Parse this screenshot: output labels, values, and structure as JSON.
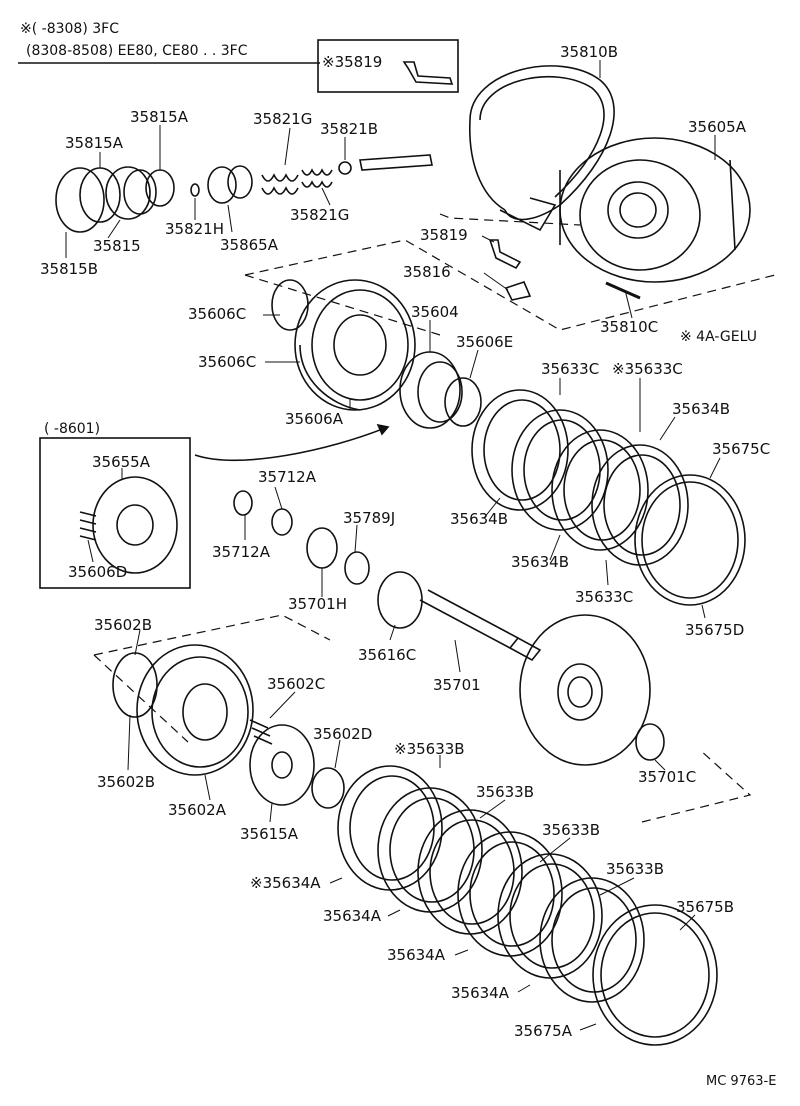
{
  "header": {
    "line1": "※(      -8308) 3FC",
    "line2": "(8308-8508) EE80, CE80 . . 3FC",
    "box_label": "※35819"
  },
  "notes": {
    "engine": "※ 4A-GELU",
    "inset": "(      -8601)"
  },
  "labels": {
    "p35810B": "35810B",
    "p35605A": "35605A",
    "p35815A_top": "35815A",
    "p35815A": "35815A",
    "p35821G_top": "35821G",
    "p35821B": "35821B",
    "p35821H": "35821H",
    "p35821G": "35821G",
    "p35815": "35815",
    "p35865A": "35865A",
    "p35815B": "35815B",
    "p35819": "35819",
    "p35816": "35816",
    "p35810C": "35810C",
    "p35606C_top": "35606C",
    "p35604": "35604",
    "p35606E": "35606E",
    "p35606C": "35606C",
    "p35633C": "35633C",
    "p35633C_star": "※35633C",
    "p35606A": "35606A",
    "p35634B_right": "35634B",
    "p35675C": "35675C",
    "p35655A": "35655A",
    "p35712A_top": "35712A",
    "p35634B_left": "35634B",
    "p35789J": "35789J",
    "p35712A": "35712A",
    "p35634B_mid": "35634B",
    "p35606D": "35606D",
    "p35633C_bot": "35633C",
    "p35701H": "35701H",
    "p35675D": "35675D",
    "p35602B_top": "35602B",
    "p35616C": "35616C",
    "p35602C": "35602C",
    "p35701": "35701",
    "p35602D": "35602D",
    "p35602B": "35602B",
    "p35633B_star": "※35633B",
    "p35701C": "35701C",
    "p35602A": "35602A",
    "p35633B_1": "35633B",
    "p35615A": "35615A",
    "p35633B_2": "35633B",
    "p35633B_3": "35633B",
    "p35634A_star": "※35634A",
    "p35675B": "35675B",
    "p35634A_1": "35634A",
    "p35634A_2": "35634A",
    "p35634A_3": "35634A",
    "p35675A": "35675A"
  },
  "footer": {
    "code": "MC 9763-E"
  }
}
